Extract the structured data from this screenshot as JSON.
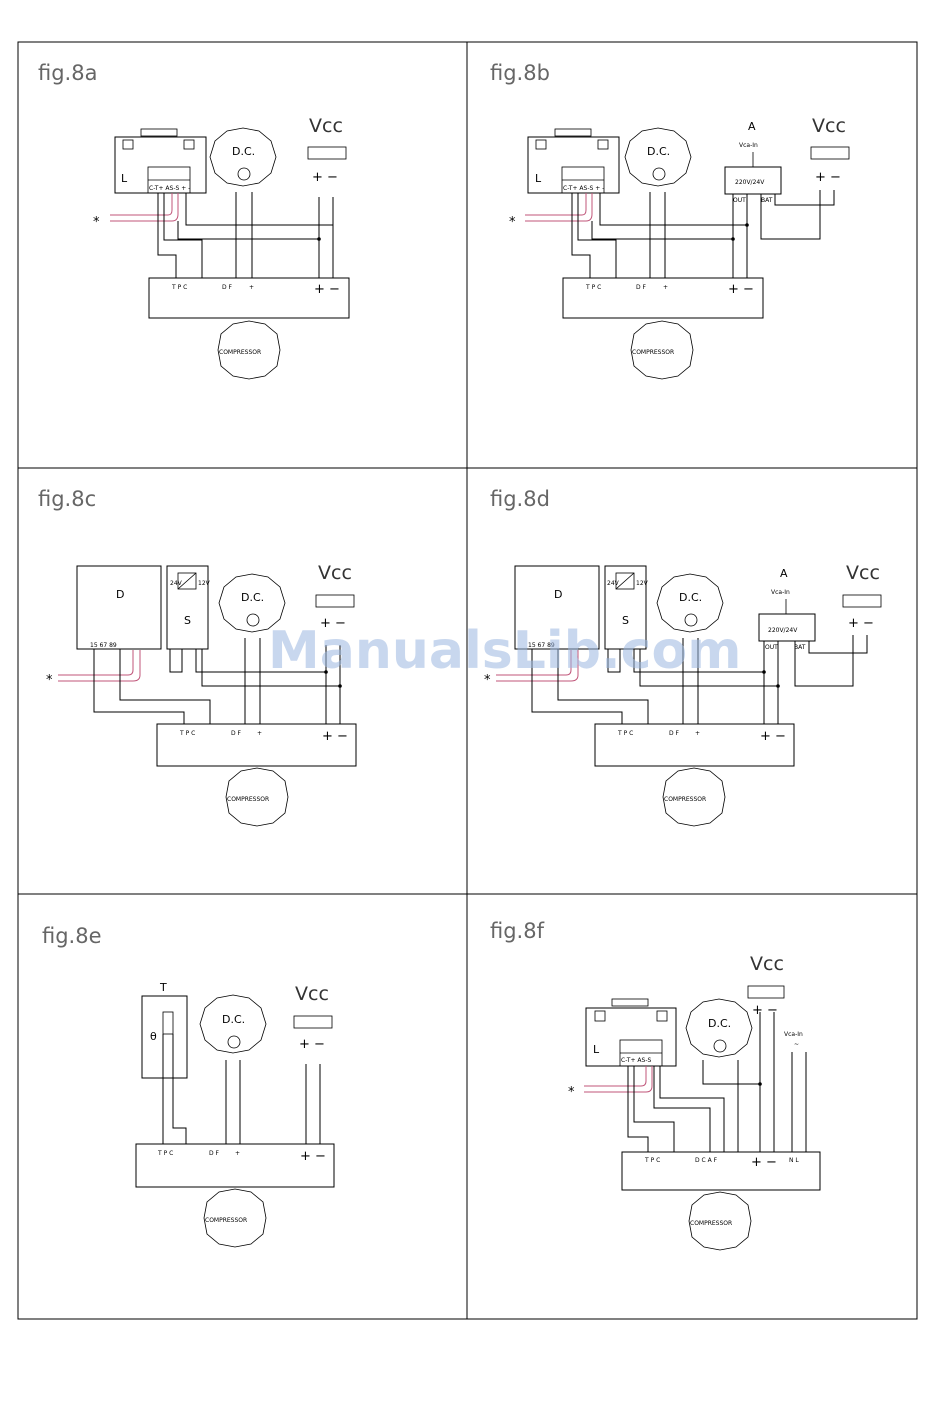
{
  "watermark": "ManualsLib.com",
  "common": {
    "compressor": "COMPRESSOR",
    "dc": "D.C.",
    "vcc": "Vcc",
    "plus": "+",
    "minus": "−",
    "plusminus": "+ −",
    "star": "*",
    "terminals_tpc": "T P C",
    "terminals_df": "D F",
    "terminals_dca": "D C A F",
    "terminals_nl": "N L",
    "ctrl_strip": "C-T+ AS-S + -",
    "ctrl_strip_f": "C-T+ AS-S",
    "ctrl_label_l": "L",
    "adapter_label": "A",
    "adapter_input": "Vca-In",
    "adapter_rating": "220V/24V",
    "adapter_out": "OUT",
    "adapter_bat": "BAT",
    "dc_converter": "D.C. D.C.",
    "v24": "24V",
    "v12": "12V",
    "supply_label": "S",
    "device_label": "D",
    "device_terms": "15   67 89",
    "thermo_label": "T",
    "thermo_sym": "θ",
    "ac": "~"
  },
  "panels": [
    {
      "id": "8a",
      "title": "fig.8a"
    },
    {
      "id": "8b",
      "title": "fig.8b"
    },
    {
      "id": "8c",
      "title": "fig.8c"
    },
    {
      "id": "8d",
      "title": "fig.8d"
    },
    {
      "id": "8e",
      "title": "fig.8e"
    },
    {
      "id": "8f",
      "title": "fig.8f"
    }
  ]
}
